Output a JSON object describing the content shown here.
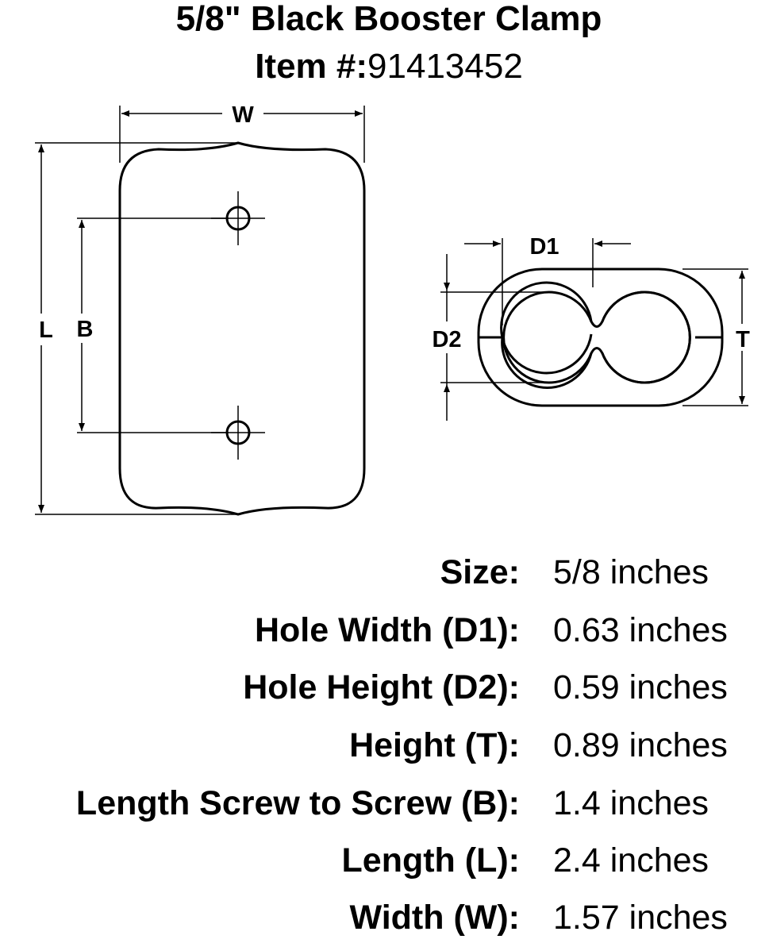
{
  "header": {
    "title": "5/8\" Black Booster Clamp",
    "item_label": "Item #:",
    "item_number": "91413452"
  },
  "diagram": {
    "dimension_labels": {
      "W": "W",
      "L": "L",
      "B": "B",
      "D1": "D1",
      "D2": "D2",
      "T": "T"
    }
  },
  "specs": [
    {
      "label": "Size:",
      "value": "5/8 inches"
    },
    {
      "label": "Hole Width (D1):",
      "value": "0.63 inches"
    },
    {
      "label": "Hole Height (D2):",
      "value": "0.59 inches"
    },
    {
      "label": "Height (T):",
      "value": "0.89 inches"
    },
    {
      "label": "Length Screw to Screw (B):",
      "value": "1.4 inches"
    },
    {
      "label": "Length (L):",
      "value": "2.4 inches"
    },
    {
      "label": "Width (W):",
      "value": "1.57 inches"
    }
  ]
}
